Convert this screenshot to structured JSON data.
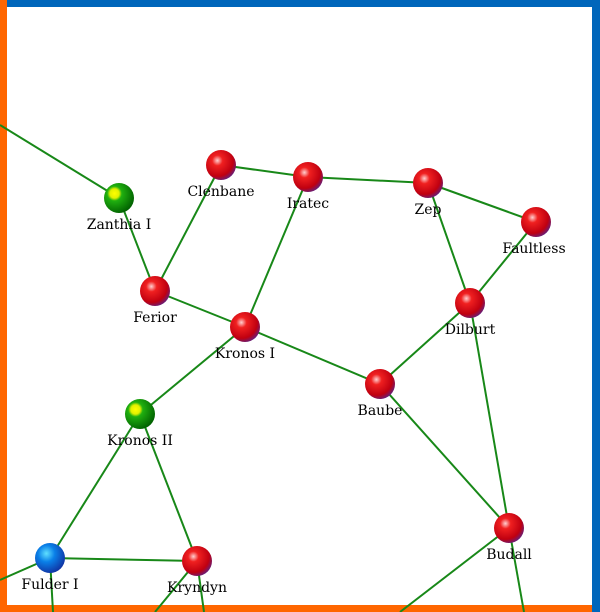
{
  "colors": {
    "border_top_right": "#0066bb",
    "border_left_bottom": "#ff6600",
    "lane": "#188818",
    "owner_red": "#e01010",
    "owner_green": "#10a010",
    "owner_blue": "#0a80e8"
  },
  "systems": [
    {
      "name": "Zanthia I",
      "owner": "green",
      "highlight": "yellow"
    },
    {
      "name": "Clenbane",
      "owner": "red"
    },
    {
      "name": "Iratec",
      "owner": "red"
    },
    {
      "name": "Zep",
      "owner": "red"
    },
    {
      "name": "Faultless",
      "owner": "red"
    },
    {
      "name": "Ferior",
      "owner": "red"
    },
    {
      "name": "Kronos I",
      "owner": "red"
    },
    {
      "name": "Dilburt",
      "owner": "red"
    },
    {
      "name": "Baube",
      "owner": "red"
    },
    {
      "name": "Kronos II",
      "owner": "green",
      "highlight": "yellow"
    },
    {
      "name": "Fulder I",
      "owner": "blue"
    },
    {
      "name": "Kryndyn",
      "owner": "red"
    },
    {
      "name": "Budall",
      "owner": "red"
    }
  ],
  "lanes": [
    [
      "Zanthia I",
      "Ferior"
    ],
    [
      "Ferior",
      "Clenbane"
    ],
    [
      "Clenbane",
      "Iratec"
    ],
    [
      "Iratec",
      "Zep"
    ],
    [
      "Iratec",
      "Kronos I"
    ],
    [
      "Ferior",
      "Kronos I"
    ],
    [
      "Kronos I",
      "Baube"
    ],
    [
      "Kronos I",
      "Kronos II"
    ],
    [
      "Zep",
      "Faultless"
    ],
    [
      "Zep",
      "Dilburt"
    ],
    [
      "Faultless",
      "Dilburt"
    ],
    [
      "Dilburt",
      "Baube"
    ],
    [
      "Dilburt",
      "Budall"
    ],
    [
      "Baube",
      "Budall"
    ],
    [
      "Kronos II",
      "Fulder I"
    ],
    [
      "Kronos II",
      "Kryndyn"
    ],
    [
      "Fulder I",
      "Kryndyn"
    ]
  ]
}
